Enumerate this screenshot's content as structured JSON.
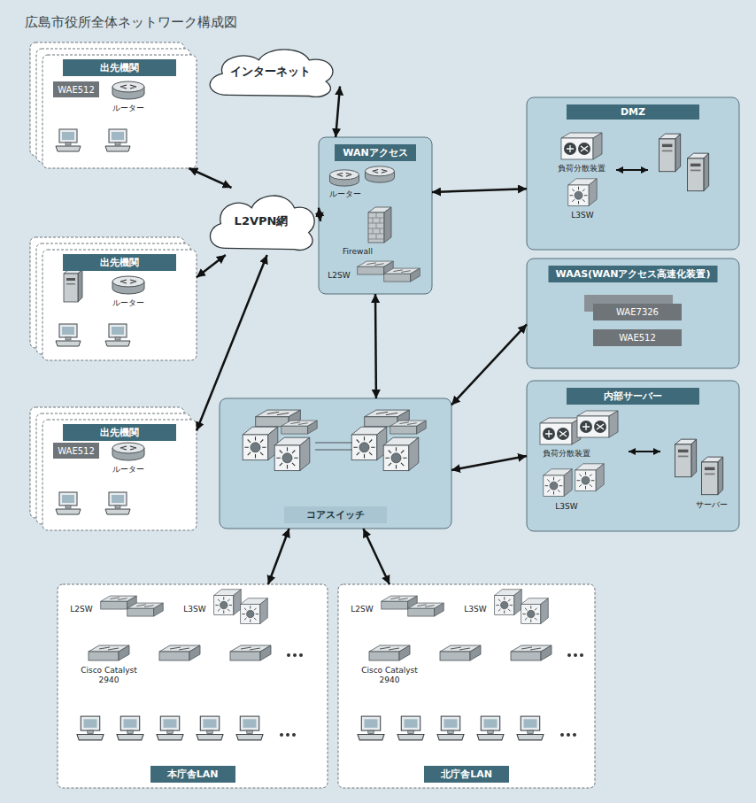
{
  "diagram": {
    "title": "広島市役所全体ネットワーク構成図",
    "nodes": [
      {
        "text": [
          "出先機関"
        ]
      },
      {
        "text": [
          "WAE512"
        ],
        "in": 0
      },
      {
        "text": [
          "インターネット"
        ]
      },
      {
        "text": [
          "WANアクセス"
        ]
      },
      {
        "text": [
          "DMZ"
        ]
      },
      {
        "text": [
          "出先機関"
        ]
      },
      {
        "text": [
          "L2VPN網"
        ]
      },
      {
        "text": [
          "WAAS(WANアクセス高速化装置)"
        ]
      },
      {
        "text": [
          "WAE7326"
        ],
        "in": 7
      },
      {
        "text": [
          "WAE512"
        ],
        "in": 7
      },
      {
        "text": [
          "出先機関"
        ]
      },
      {
        "text": [
          "WAE512"
        ],
        "in": 10
      },
      {
        "text": [
          "コアスイッチ"
        ]
      },
      {
        "text": [
          "内部サーバー"
        ]
      },
      {
        "text": [
          "本庁舎LAN"
        ]
      },
      {
        "text": [
          "北庁舎LAN"
        ]
      }
    ],
    "edges": [
      {
        "from": 0,
        "to": 6,
        "arrow": "both"
      },
      {
        "from": 2,
        "to": 3,
        "arrow": "both"
      },
      {
        "from": 6,
        "to": 3,
        "arrow": "both"
      },
      {
        "from": 3,
        "to": 4,
        "arrow": "both"
      },
      {
        "from": 5,
        "to": 6,
        "arrow": "both"
      },
      {
        "from": 10,
        "to": 6,
        "arrow": "both"
      },
      {
        "from": 3,
        "to": 12,
        "arrow": "both"
      },
      {
        "from": 12,
        "to": 7,
        "arrow": "both"
      },
      {
        "from": 12,
        "to": 13,
        "arrow": "both"
      },
      {
        "from": 12,
        "to": 14,
        "arrow": "both"
      },
      {
        "from": 12,
        "to": 15,
        "arrow": "both"
      }
    ],
    "labels": [
      "ルーター",
      "ルーター",
      "ルーター",
      "ルーター",
      "Firewall",
      "L2SW",
      "負荷分散装置",
      "L3SW",
      "負荷分散装置",
      "L3SW",
      "サーバー",
      "L2SW",
      "L3SW",
      "Cisco Catalyst 2940",
      "L2SW",
      "L3SW",
      "Cisco Catalyst 2940"
    ]
  }
}
